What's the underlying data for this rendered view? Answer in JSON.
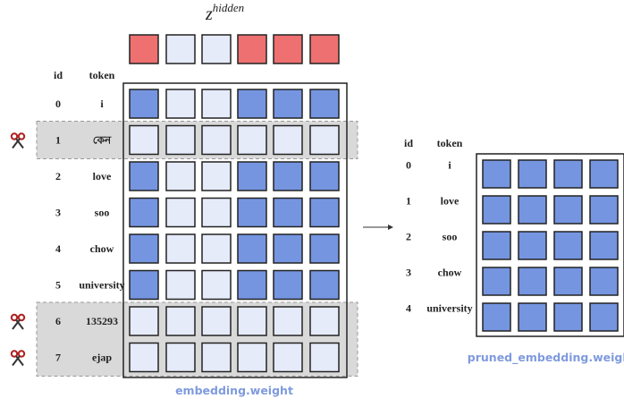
{
  "header": {
    "base": "z",
    "sup": "hidden"
  },
  "colors": {
    "mask_on": "#ee7070",
    "mask_off": "#e6ebfa",
    "active": "#7595e0",
    "inactive": "#e6ebfa",
    "pruned_band": "#d9d9d9",
    "caption": "#7f9ade"
  },
  "mask": [
    1,
    0,
    0,
    1,
    1,
    1
  ],
  "left_table": {
    "id_header": "id",
    "token_header": "token",
    "rows": [
      {
        "id": "0",
        "token": "i",
        "pruned": false
      },
      {
        "id": "1",
        "token": "কেন",
        "pruned": true
      },
      {
        "id": "2",
        "token": "love",
        "pruned": false
      },
      {
        "id": "3",
        "token": "soo",
        "pruned": false
      },
      {
        "id": "4",
        "token": "chow",
        "pruned": false
      },
      {
        "id": "5",
        "token": "university",
        "pruned": false
      },
      {
        "id": "6",
        "token": "135293",
        "pruned": true
      },
      {
        "id": "7",
        "token": "ejap",
        "pruned": true
      }
    ],
    "caption": "embedding.weight"
  },
  "right_table": {
    "id_header": "id",
    "token_header": "token",
    "rows": [
      {
        "id": "0",
        "token": "i"
      },
      {
        "id": "1",
        "token": "love"
      },
      {
        "id": "2",
        "token": "soo"
      },
      {
        "id": "3",
        "token": "chow"
      },
      {
        "id": "4",
        "token": "university"
      }
    ],
    "cols": 4,
    "caption": "pruned_embedding.weight"
  },
  "scissors_icon": "scissors-icon",
  "arrow_icon": "right-arrow-icon"
}
